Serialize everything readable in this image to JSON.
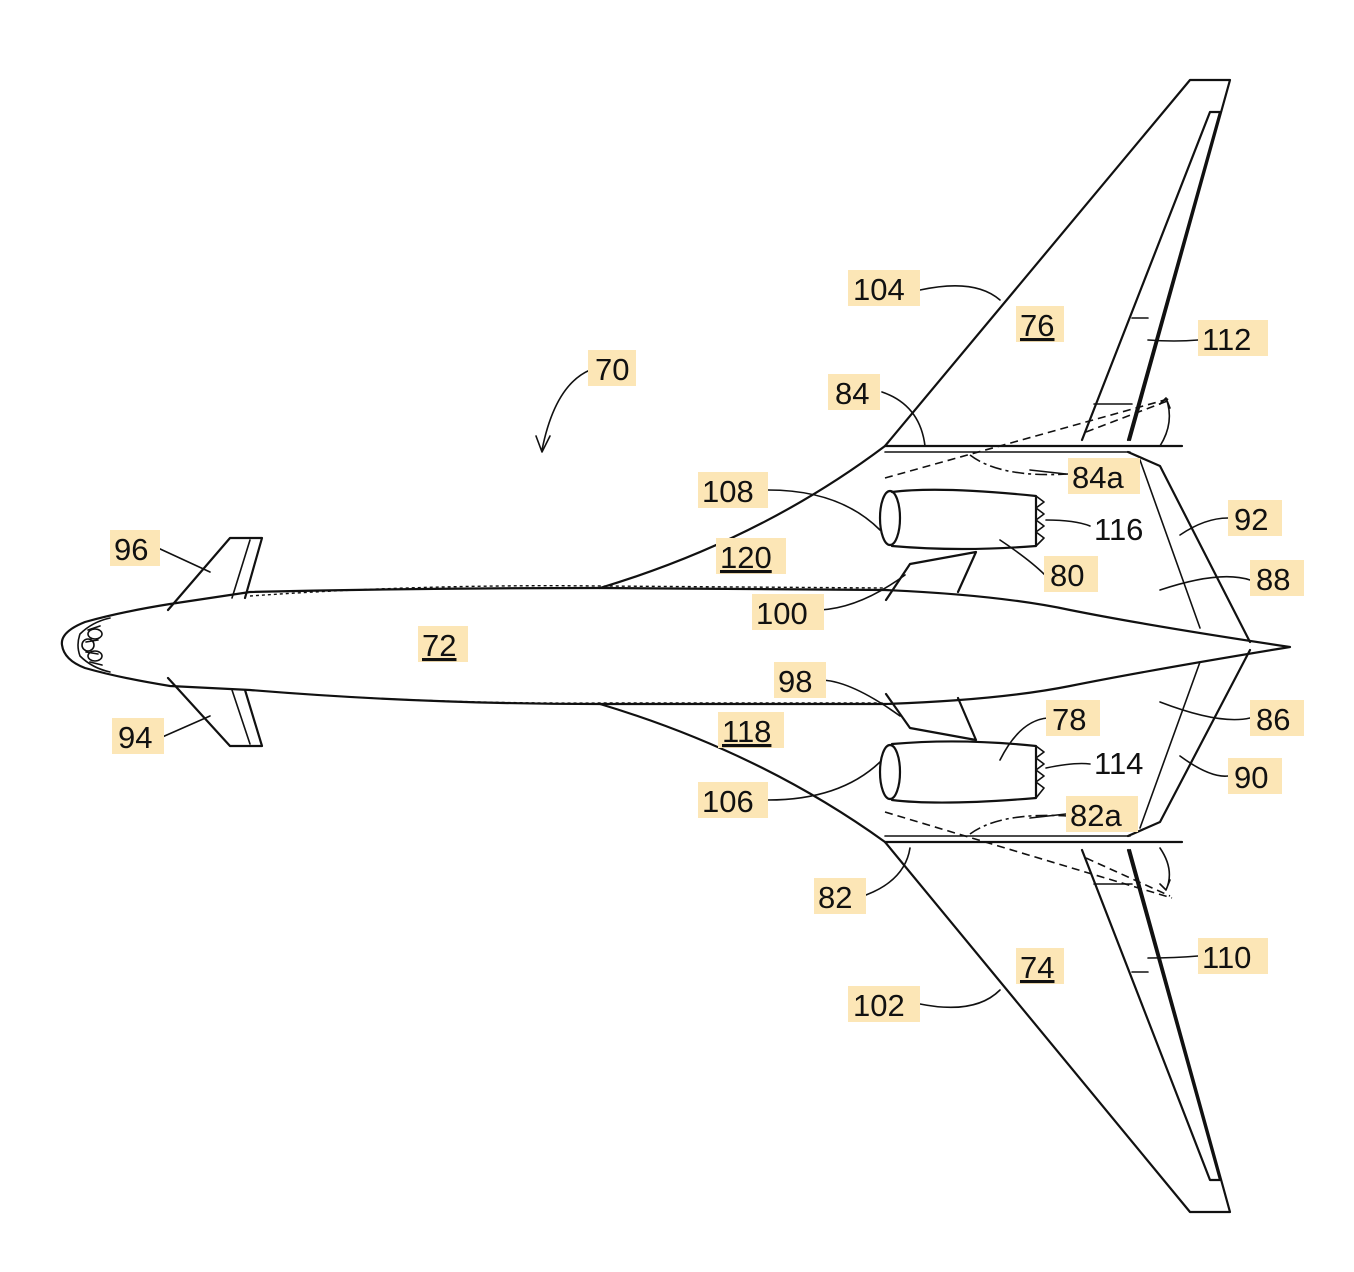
{
  "figure": {
    "labels": {
      "l70": "70",
      "l72": "72",
      "l74": "74",
      "l76": "76",
      "l78": "78",
      "l80": "80",
      "l82": "82",
      "l82a": "82a",
      "l84": "84",
      "l84a": "84a",
      "l86": "86",
      "l88": "88",
      "l90": "90",
      "l92": "92",
      "l94": "94",
      "l96": "96",
      "l98": "98",
      "l100": "100",
      "l102": "102",
      "l104": "104",
      "l106": "106",
      "l108": "108",
      "l110": "110",
      "l112": "112",
      "l114": "114",
      "l116": "116",
      "l118": "118",
      "l120": "120"
    },
    "highlight_color": "#fce6b6",
    "line_color": "#111111"
  }
}
